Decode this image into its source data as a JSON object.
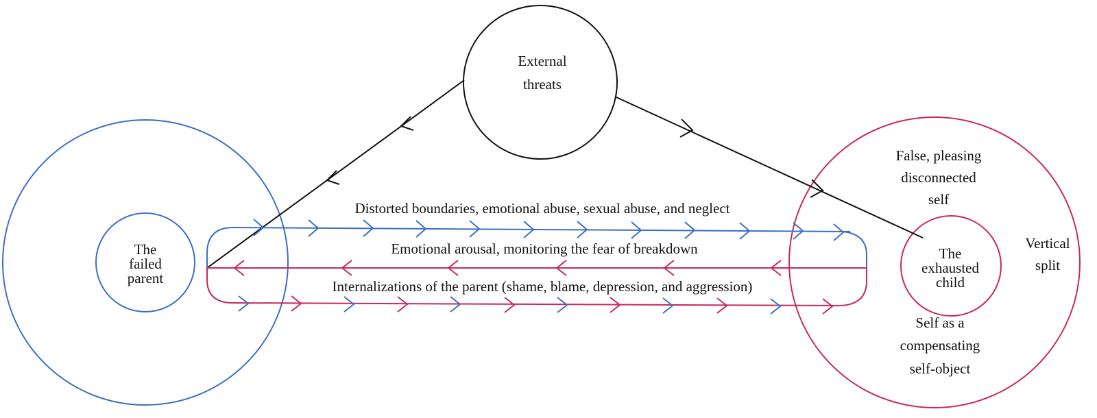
{
  "nodes": {
    "external": {
      "lines": [
        "External",
        "threats"
      ]
    },
    "parent": {
      "lines": [
        "The",
        "failed",
        "parent"
      ]
    },
    "child": {
      "lines": [
        "The",
        "exhausted",
        "child"
      ]
    },
    "false_self": {
      "lines": [
        "False, pleasing",
        "disconnected",
        "self"
      ]
    },
    "vertical_split": {
      "lines": [
        "Vertical",
        "split"
      ]
    },
    "compensating_self": {
      "lines": [
        "Self as a",
        "compensating",
        "self-object"
      ]
    }
  },
  "flows": {
    "top": "Distorted boundaries, emotional abuse, sexual abuse, and neglect",
    "middle": "Emotional arousal, monitoring the fear of breakdown",
    "bottom": "Internalizations of the parent (shame, blame, depression, and aggression)"
  },
  "colors": {
    "blue": "#3a6fc4",
    "magenta": "#c8285f",
    "black": "#111111"
  }
}
